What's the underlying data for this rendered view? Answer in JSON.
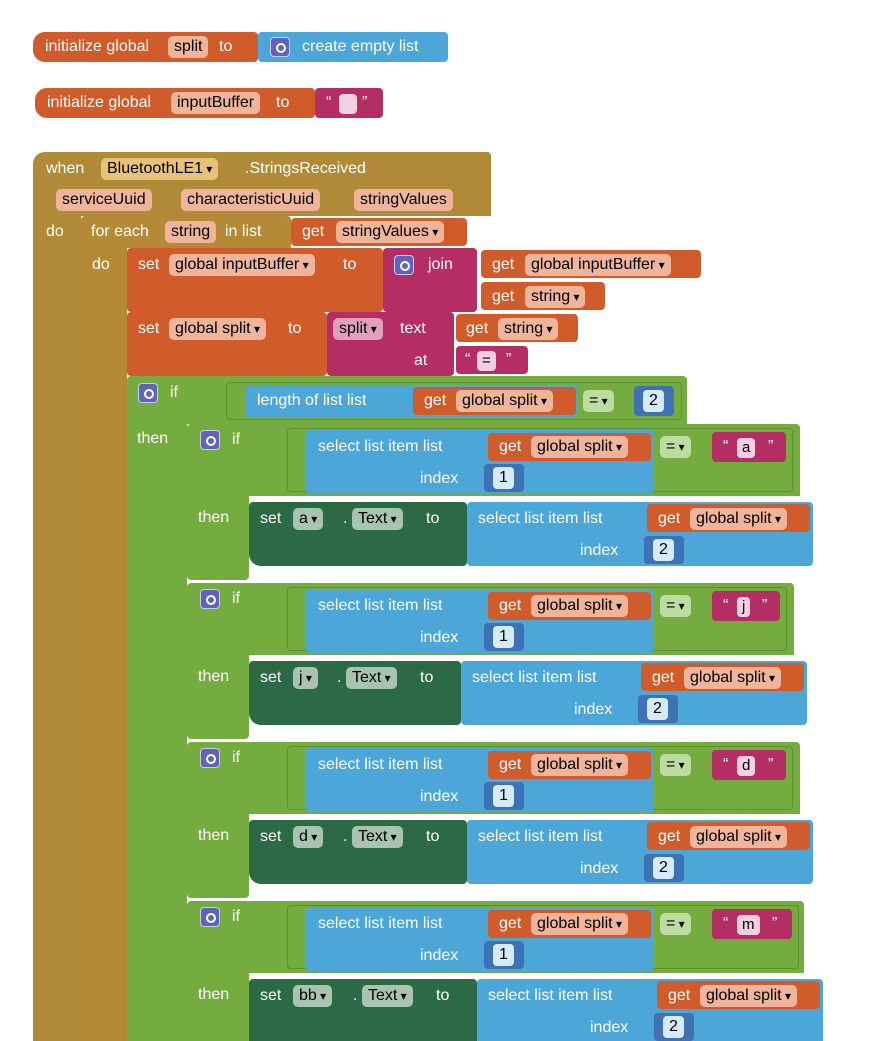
{
  "init_split": {
    "label": "initialize global",
    "name": "split",
    "to": "to",
    "value": "create empty list"
  },
  "init_input": {
    "label": "initialize global",
    "name": "inputBuffer",
    "to": "to",
    "open_quote": "“",
    "close_quote": "”"
  },
  "event": {
    "when": "when",
    "component": "BluetoothLE1",
    "event": ".StringsReceived",
    "params": [
      "serviceUuid",
      "characteristicUuid",
      "stringValues"
    ],
    "do": "do"
  },
  "foreach": {
    "label": "for each",
    "var": "string",
    "in_list": "in list",
    "get": "get",
    "list_var": "stringValues",
    "do": "do"
  },
  "set_input": {
    "set": "set",
    "var": "global inputBuffer",
    "to": "to",
    "join": "join",
    "get": "get",
    "arg1": "global inputBuffer",
    "arg2": "string"
  },
  "set_split": {
    "set": "set",
    "var": "global split",
    "to": "to",
    "op": "split",
    "text": "text",
    "at": "at",
    "get": "get",
    "arg": "string",
    "sep": "="
  },
  "outer_if": {
    "if": "if",
    "then": "then",
    "length_of": "length of list  list",
    "get": "get",
    "var": "global split",
    "eq": "=",
    "num": "2"
  },
  "branches": [
    {
      "if": "if",
      "then": "then",
      "select": "select list item  list",
      "index": "index",
      "get": "get",
      "var": "global split",
      "eq": "=",
      "letter": "a",
      "idx": "1",
      "set": "set",
      "comp": "a",
      "prop": "Text",
      "to": "to",
      "idx2": "2",
      "dot": "."
    },
    {
      "if": "if",
      "then": "then",
      "select": "select list item  list",
      "index": "index",
      "get": "get",
      "var": "global split",
      "eq": "=",
      "letter": "j",
      "idx": "1",
      "set": "set",
      "comp": "j",
      "prop": "Text",
      "to": "to",
      "idx2": "2",
      "dot": "."
    },
    {
      "if": "if",
      "then": "then",
      "select": "select list item  list",
      "index": "index",
      "get": "get",
      "var": "global split",
      "eq": "=",
      "letter": "d",
      "idx": "1",
      "set": "set",
      "comp": "d",
      "prop": "Text",
      "to": "to",
      "idx2": "2",
      "dot": "."
    },
    {
      "if": "if",
      "then": "then",
      "select": "select list item  list",
      "index": "index",
      "get": "get",
      "var": "global split",
      "eq": "=",
      "letter": "m",
      "idx": "1",
      "set": "set",
      "comp": "bb",
      "prop": "Text",
      "to": "to",
      "idx2": "2",
      "dot": "."
    }
  ],
  "colors": {
    "variables": "#d05c2b",
    "lists": "#4ca6d8",
    "text": "#b42e64",
    "events": "#b18a37",
    "control": "#75ac3f",
    "components": "#2b6a44",
    "math": "#3f71b5"
  }
}
